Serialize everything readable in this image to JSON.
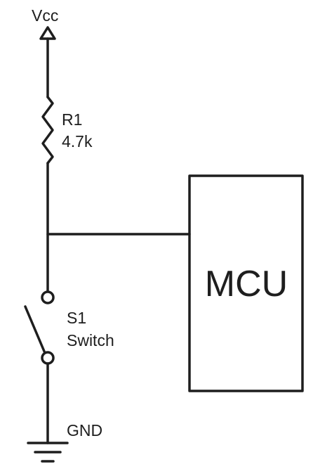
{
  "schematic": {
    "supply_label": "Vcc",
    "resistor": {
      "ref": "R1",
      "value": "4.7k"
    },
    "switch": {
      "ref": "S1",
      "type": "Switch"
    },
    "ground_label": "GND",
    "mcu_label": "MCU"
  },
  "colors": {
    "line": "#1e1e1e",
    "background": "#ffffff"
  },
  "icons": [
    "vcc-arrow-icon",
    "resistor-icon",
    "switch-icon",
    "ground-icon"
  ]
}
